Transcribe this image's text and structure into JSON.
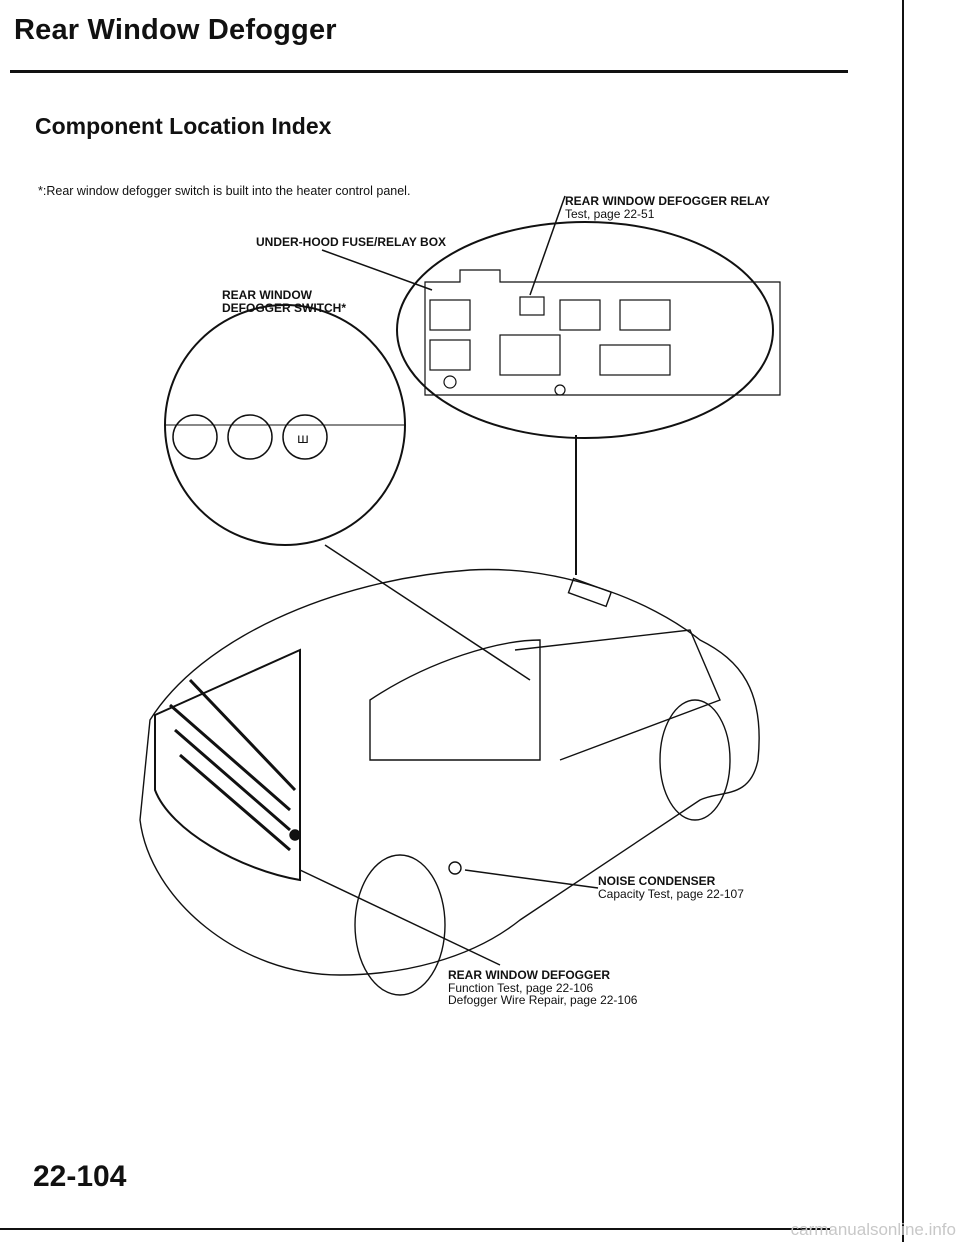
{
  "header": {
    "title": "Rear Window Defogger",
    "subtitle": "Component Location Index"
  },
  "note": "*:Rear window defogger switch is built into the heater control panel.",
  "callouts": {
    "fuse_box": {
      "label": "UNDER-HOOD FUSE/RELAY BOX"
    },
    "relay": {
      "label": "REAR WINDOW DEFOGGER RELAY",
      "lines": [
        "Test, page 22-51"
      ]
    },
    "switch": {
      "label_line1": "REAR WINDOW",
      "label_line2": "DEFOGGER SWITCH*"
    },
    "condenser": {
      "label": "NOISE CONDENSER",
      "lines": [
        "Capacity Test, page 22-107"
      ]
    },
    "defogger": {
      "label": "REAR WINDOW DEFOGGER",
      "lines": [
        "Function Test, page 22-106",
        "Defogger Wire Repair, page 22-106"
      ]
    }
  },
  "footer": {
    "page_number": "22-104"
  },
  "watermark": "carmanualsonline.info"
}
